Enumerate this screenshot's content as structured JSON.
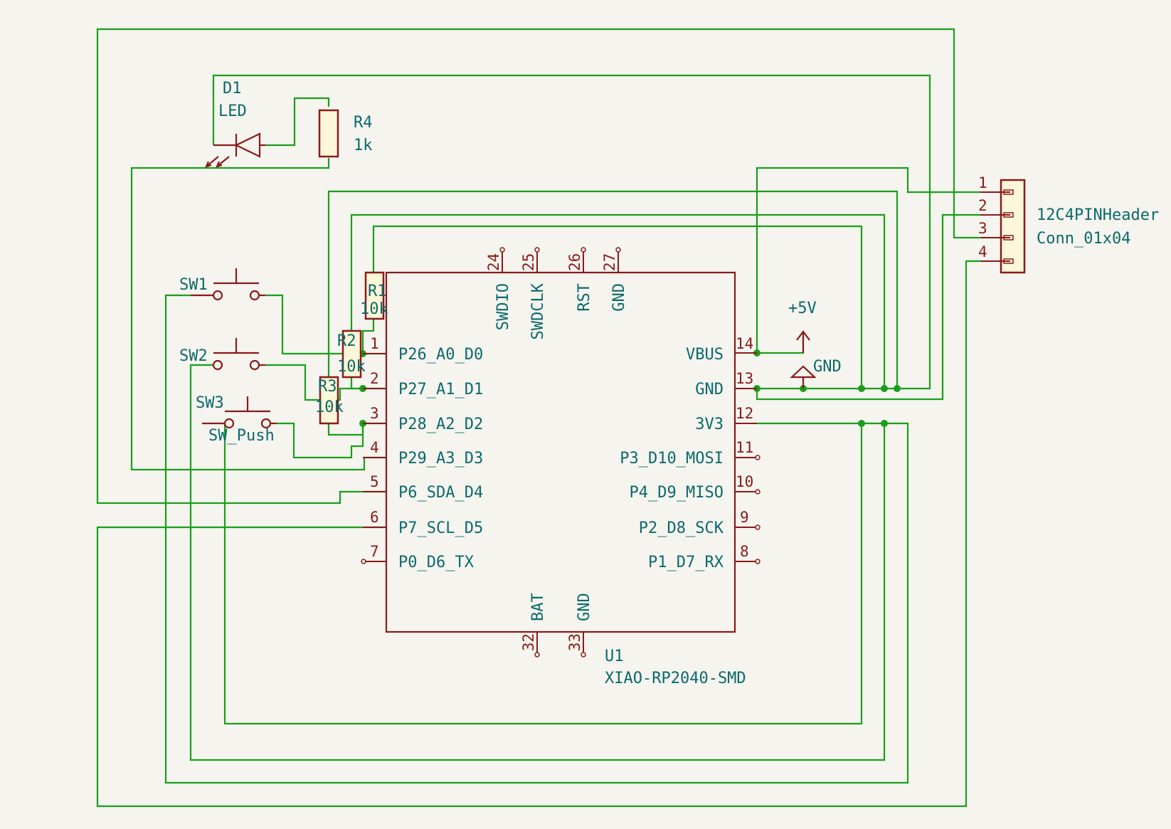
{
  "schematic": {
    "u1": {
      "reference": "U1",
      "value": "XIAO-RP2040-SMD",
      "left_pins": [
        {
          "num": "1",
          "name": "P26_A0_D0"
        },
        {
          "num": "2",
          "name": "P27_A1_D1"
        },
        {
          "num": "3",
          "name": "P28_A2_D2"
        },
        {
          "num": "4",
          "name": "P29_A3_D3"
        },
        {
          "num": "5",
          "name": "P6_SDA_D4"
        },
        {
          "num": "6",
          "name": "P7_SCL_D5"
        },
        {
          "num": "7",
          "name": "P0_D6_TX"
        }
      ],
      "right_pins": [
        {
          "num": "14",
          "name": "VBUS"
        },
        {
          "num": "13",
          "name": "GND"
        },
        {
          "num": "12",
          "name": "3V3"
        },
        {
          "num": "11",
          "name": "P3_D10_MOSI"
        },
        {
          "num": "10",
          "name": "P4_D9_MISO"
        },
        {
          "num": "9",
          "name": "P2_D8_SCK"
        },
        {
          "num": "8",
          "name": "P1_D7_RX"
        }
      ],
      "top_pins": [
        {
          "num": "24",
          "name": "SWDIO"
        },
        {
          "num": "25",
          "name": "SWDCLK"
        },
        {
          "num": "26",
          "name": "RST"
        },
        {
          "num": "27",
          "name": "GND"
        }
      ],
      "bottom_pins": [
        {
          "num": "32",
          "name": "BAT"
        },
        {
          "num": "33",
          "name": "GND"
        }
      ]
    },
    "d1": {
      "reference": "D1",
      "value": "LED"
    },
    "r4": {
      "reference": "R4",
      "value": "1k"
    },
    "r1": {
      "reference": "R1",
      "value": "10k"
    },
    "r2": {
      "reference": "R2",
      "value": "10k"
    },
    "r3": {
      "reference": "R3",
      "value": "10k"
    },
    "sw1": {
      "reference": "SW1"
    },
    "sw2": {
      "reference": "SW2"
    },
    "sw3": {
      "reference": "SW3",
      "value": "SW_Push"
    },
    "header": {
      "reference": "12C4PINHeader",
      "value": "Conn_01x04",
      "pins": [
        "1",
        "2",
        "3",
        "4"
      ]
    },
    "power": {
      "vbus_label": "+5V",
      "gnd_label": "GND"
    }
  }
}
